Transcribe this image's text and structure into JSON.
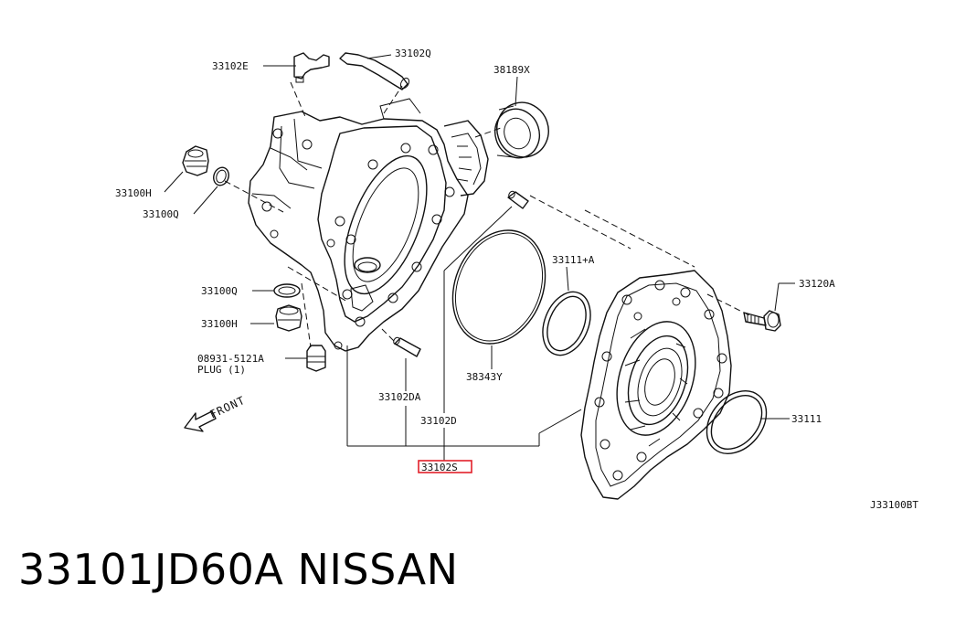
{
  "diagram": {
    "code": "J33100BT",
    "front_label": "FRONT",
    "callouts": [
      {
        "id": "33102E",
        "text": "33102E"
      },
      {
        "id": "33102Q",
        "text": "33102Q"
      },
      {
        "id": "38189X",
        "text": "38189X"
      },
      {
        "id": "33100H_top",
        "text": "33100H"
      },
      {
        "id": "33100Q_top",
        "text": "33100Q"
      },
      {
        "id": "33111A",
        "text": "33111+A"
      },
      {
        "id": "33120A",
        "text": "33120A"
      },
      {
        "id": "33100Q_mid",
        "text": "33100Q"
      },
      {
        "id": "33100H_mid",
        "text": "33100H"
      },
      {
        "id": "plug_part",
        "text": "08931-5121A"
      },
      {
        "id": "plug_label",
        "text": "PLUG (1)"
      },
      {
        "id": "38343Y",
        "text": "38343Y"
      },
      {
        "id": "33102DA",
        "text": "33102DA"
      },
      {
        "id": "33102D",
        "text": "33102D"
      },
      {
        "id": "33111",
        "text": "33111"
      },
      {
        "id": "33102S",
        "text": "33102S"
      }
    ],
    "highlight_color": "#e2202a"
  },
  "footer": {
    "title": "33101JD60A   NISSAN"
  }
}
